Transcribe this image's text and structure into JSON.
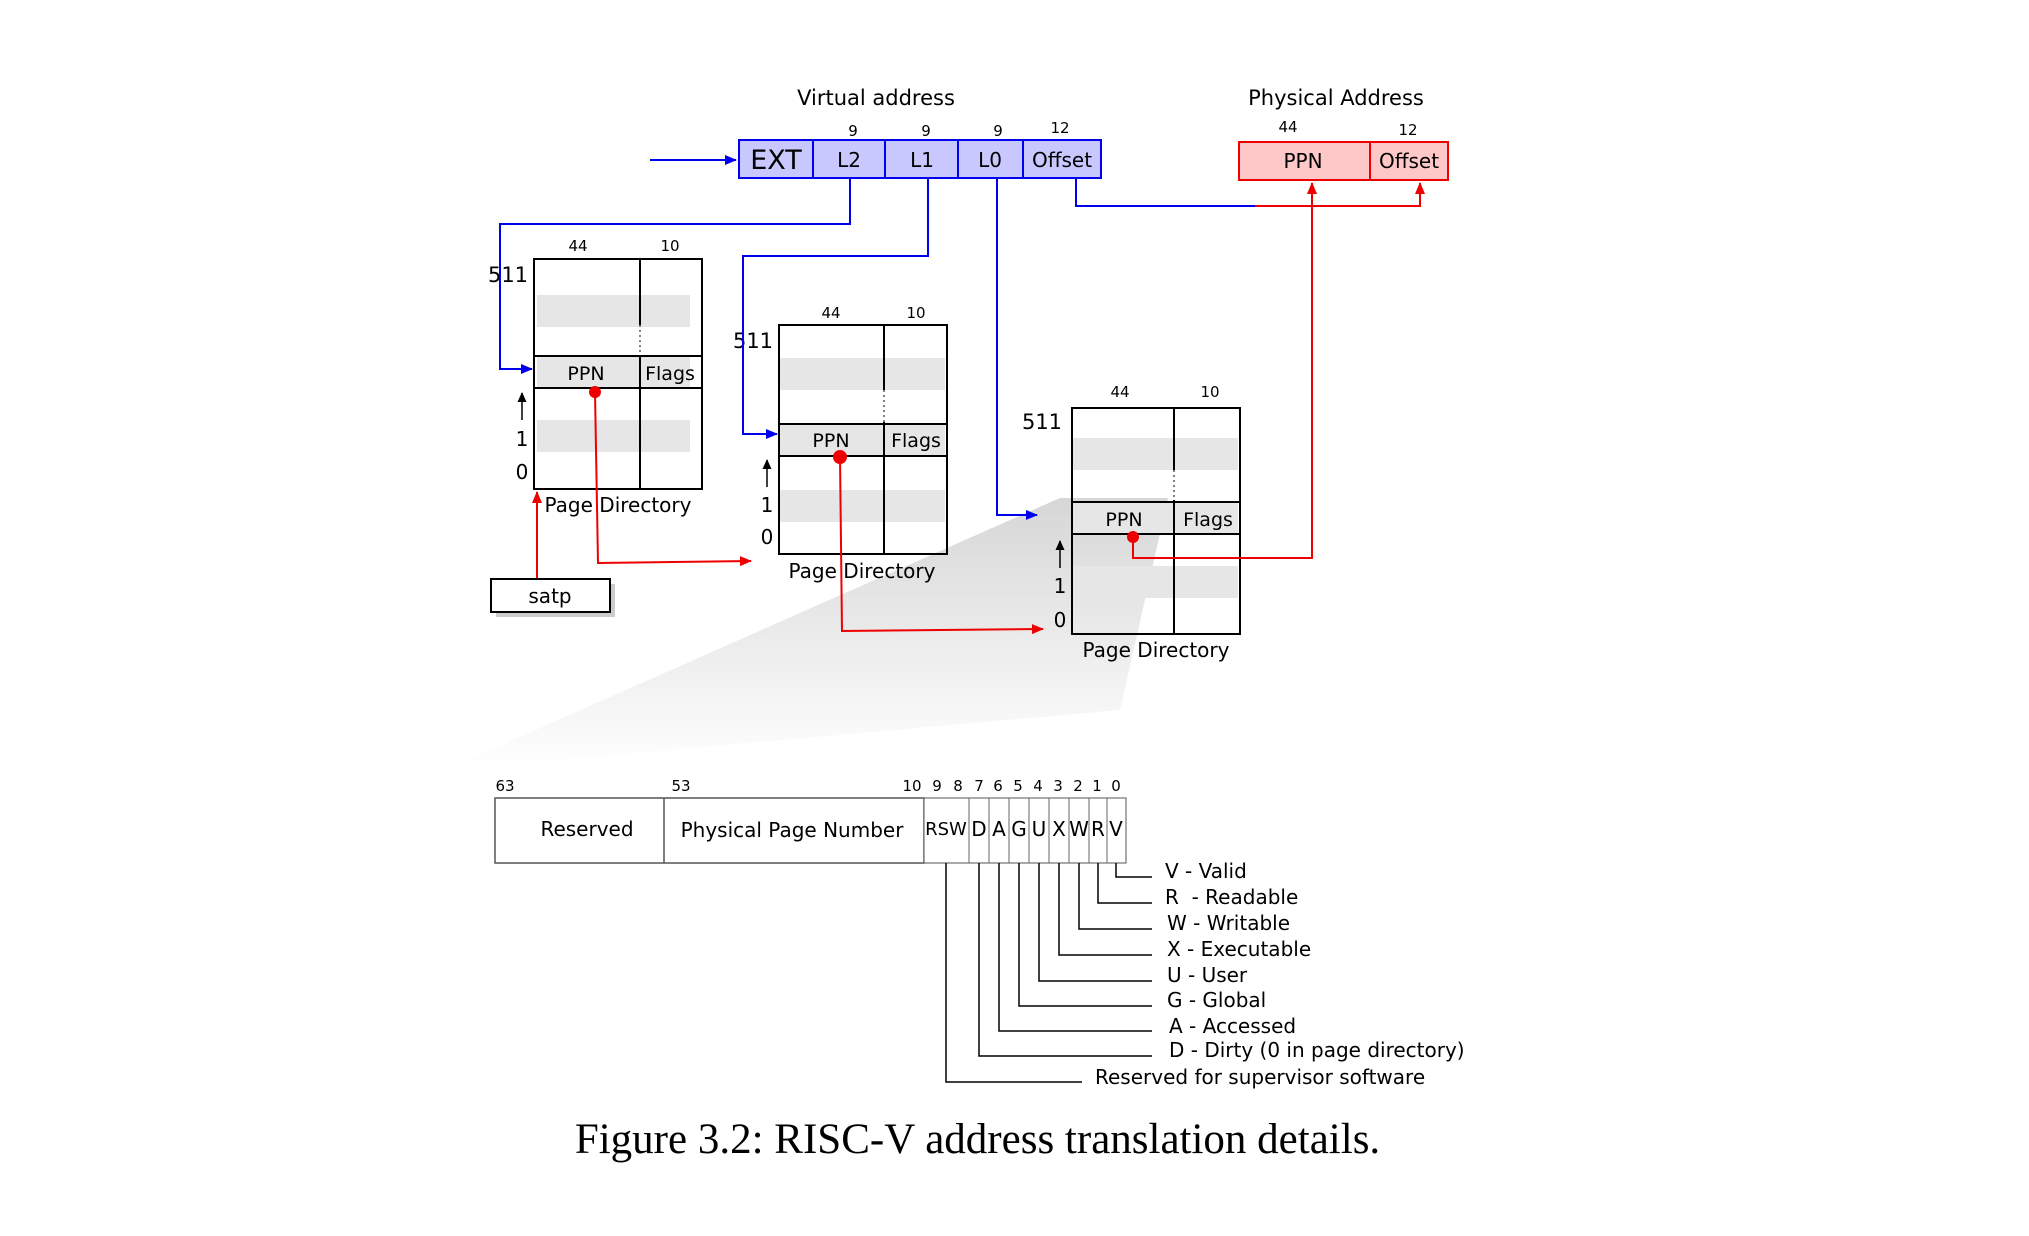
{
  "virtual_address": {
    "title": "Virtual address",
    "widths": [
      "9",
      "9",
      "9",
      "12"
    ],
    "fields": [
      "EXT",
      "L2",
      "L1",
      "L0",
      "Offset"
    ]
  },
  "physical_address": {
    "title": "Physical Address",
    "widths": [
      "44",
      "12"
    ],
    "fields": [
      "PPN",
      "Offset"
    ]
  },
  "page_directories": [
    {
      "col_widths": [
        "44",
        "10"
      ],
      "top_index": "511",
      "ppn": "PPN",
      "flags": "Flags",
      "idx1": "1",
      "idx0": "0",
      "label": "Page Directory"
    },
    {
      "col_widths": [
        "44",
        "10"
      ],
      "top_index": "511",
      "ppn": "PPN",
      "flags": "Flags",
      "idx1": "1",
      "idx0": "0",
      "label": "Page Directory"
    },
    {
      "col_widths": [
        "44",
        "10"
      ],
      "top_index": "511",
      "ppn": "PPN",
      "flags": "Flags",
      "idx1": "1",
      "idx0": "0",
      "label": "Page Directory"
    }
  ],
  "satp": "satp",
  "pte": {
    "bit_numbers": [
      "63",
      "53",
      "10",
      "9",
      "8",
      "7",
      "6",
      "5",
      "4",
      "3",
      "2",
      "1",
      "0"
    ],
    "reserved": "Reserved",
    "ppn": "Physical Page Number",
    "flag_cells": [
      "RSW",
      "D",
      "A",
      "G",
      "U",
      "X",
      "W",
      "R",
      "V"
    ],
    "legend": [
      "V - Valid",
      "R  - Readable",
      "W - Writable",
      "X - Executable",
      "U - User",
      "G - Global",
      "A - Accessed",
      "D - Dirty (0 in page directory)",
      "Reserved for supervisor software"
    ]
  },
  "caption": "Figure 3.2: RISC-V address translation details.",
  "colors": {
    "blue": "#0000ee",
    "red": "#ee0000",
    "va_fill": "#c8c8ff",
    "pa_fill": "#ffc8c8",
    "row_shade": "#e6e6e6"
  }
}
